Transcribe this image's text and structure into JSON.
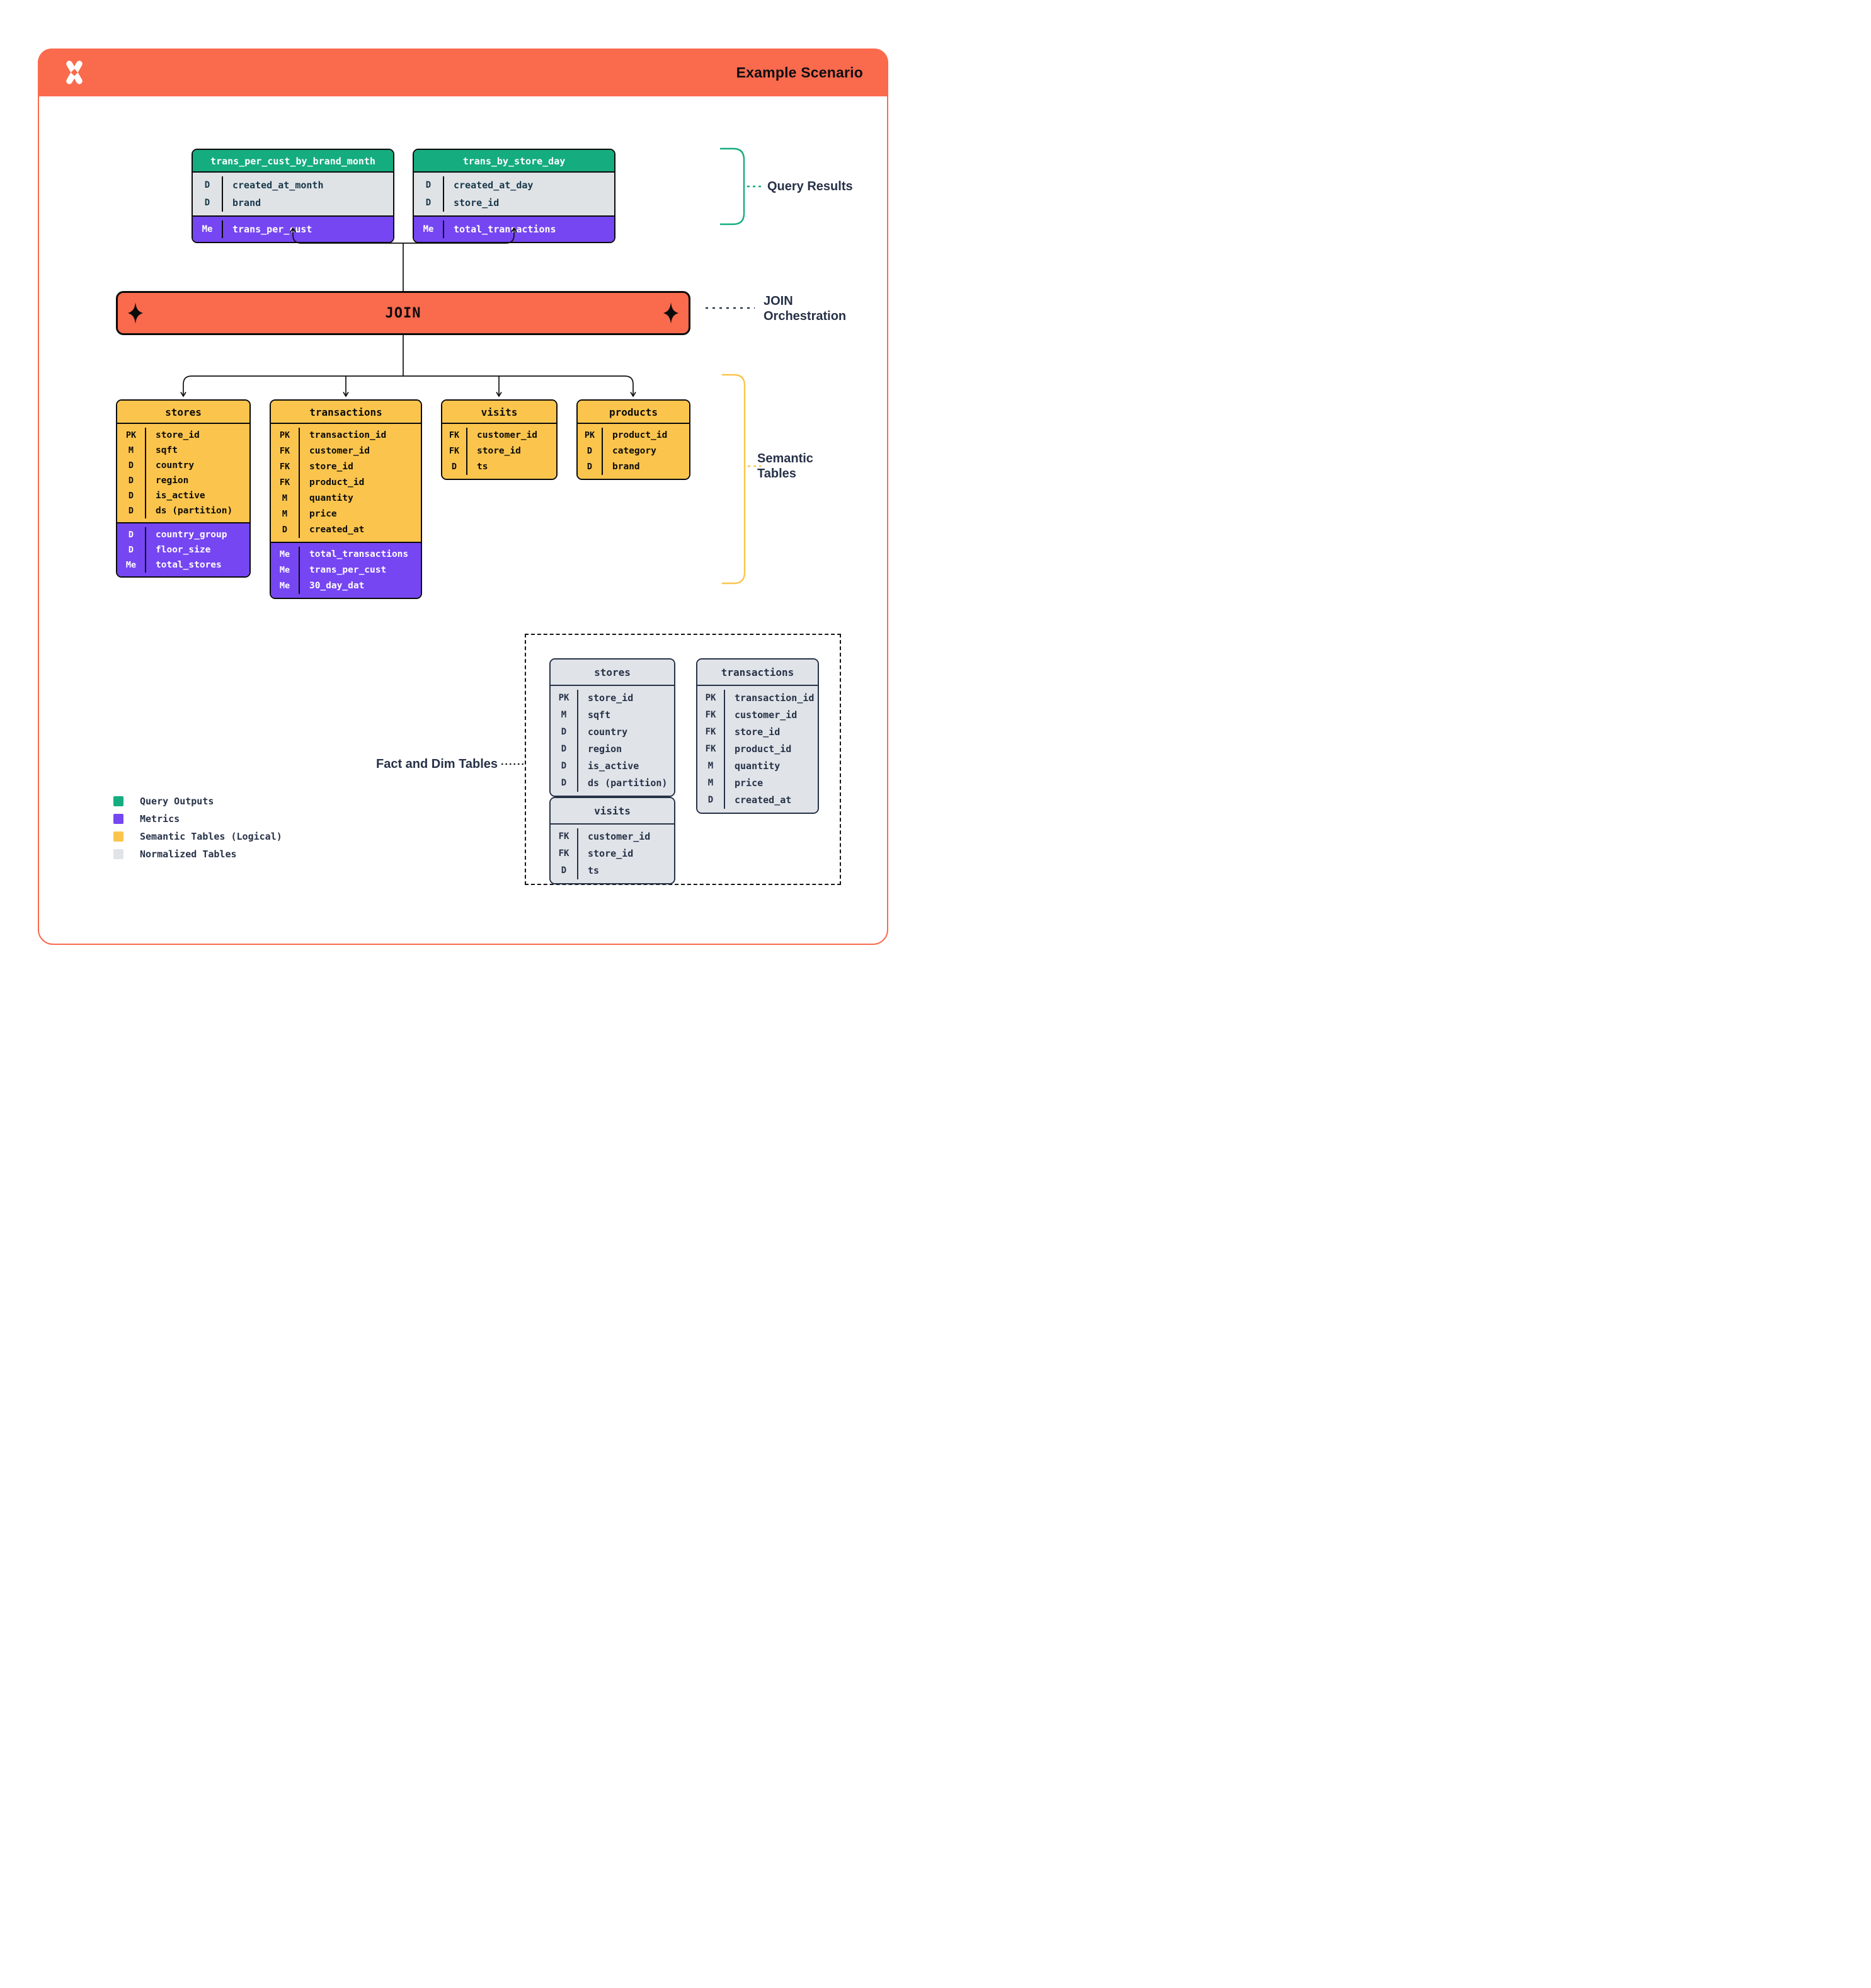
{
  "page": {
    "title": "Example Scenario"
  },
  "join": {
    "label": "JOIN"
  },
  "labels": {
    "query_results": "Query Results",
    "join_orch_line1": "JOIN",
    "join_orch_line2": "Orchestration",
    "semantic_line1": "Semantic",
    "semantic_line2": "Tables",
    "fact_dim": "Fact and Dim Tables"
  },
  "query_tables": [
    {
      "name": "trans_per_cust_by_brand_month",
      "rows": [
        {
          "k": "D",
          "v": "created_at_month"
        },
        {
          "k": "D",
          "v": "brand"
        }
      ],
      "metrics": [
        {
          "k": "Me",
          "v": "trans_per_cust"
        }
      ]
    },
    {
      "name": "trans_by_store_day",
      "rows": [
        {
          "k": "D",
          "v": "created_at_day"
        },
        {
          "k": "D",
          "v": "store_id"
        }
      ],
      "metrics": [
        {
          "k": "Me",
          "v": "total_transactions"
        }
      ]
    }
  ],
  "semantic_tables": [
    {
      "name": "stores",
      "rows": [
        {
          "k": "PK",
          "v": "store_id"
        },
        {
          "k": "M",
          "v": "sqft"
        },
        {
          "k": "D",
          "v": "country"
        },
        {
          "k": "D",
          "v": "region"
        },
        {
          "k": "D",
          "v": "is_active"
        },
        {
          "k": "D",
          "v": "ds (partition)"
        }
      ],
      "metrics": [
        {
          "k": "D",
          "v": "country_group"
        },
        {
          "k": "D",
          "v": "floor_size"
        },
        {
          "k": "Me",
          "v": "total_stores"
        }
      ]
    },
    {
      "name": "transactions",
      "rows": [
        {
          "k": "PK",
          "v": "transaction_id"
        },
        {
          "k": "FK",
          "v": "customer_id"
        },
        {
          "k": "FK",
          "v": "store_id"
        },
        {
          "k": "FK",
          "v": "product_id"
        },
        {
          "k": "M",
          "v": "quantity"
        },
        {
          "k": "M",
          "v": "price"
        },
        {
          "k": "D",
          "v": "created_at"
        }
      ],
      "metrics": [
        {
          "k": "Me",
          "v": "total_transactions"
        },
        {
          "k": "Me",
          "v": "trans_per_cust"
        },
        {
          "k": "Me",
          "v": "30_day_dat"
        }
      ]
    },
    {
      "name": "visits",
      "rows": [
        {
          "k": "FK",
          "v": "customer_id"
        },
        {
          "k": "FK",
          "v": "store_id"
        },
        {
          "k": "D",
          "v": "ts"
        }
      ],
      "metrics": []
    },
    {
      "name": "products",
      "rows": [
        {
          "k": "PK",
          "v": "product_id"
        },
        {
          "k": "D",
          "v": "category"
        },
        {
          "k": "D",
          "v": "brand"
        }
      ],
      "metrics": []
    }
  ],
  "normalized_tables": [
    {
      "name": "stores",
      "rows": [
        {
          "k": "PK",
          "v": "store_id"
        },
        {
          "k": "M",
          "v": "sqft"
        },
        {
          "k": "D",
          "v": "country"
        },
        {
          "k": "D",
          "v": "region"
        },
        {
          "k": "D",
          "v": "is_active"
        },
        {
          "k": "D",
          "v": "ds (partition)"
        }
      ]
    },
    {
      "name": "transactions",
      "rows": [
        {
          "k": "PK",
          "v": "transaction_id"
        },
        {
          "k": "FK",
          "v": "customer_id"
        },
        {
          "k": "FK",
          "v": "store_id"
        },
        {
          "k": "FK",
          "v": "product_id"
        },
        {
          "k": "M",
          "v": "quantity"
        },
        {
          "k": "M",
          "v": "price"
        },
        {
          "k": "D",
          "v": "created_at"
        }
      ]
    },
    {
      "name": "visits",
      "rows": [
        {
          "k": "FK",
          "v": "customer_id"
        },
        {
          "k": "FK",
          "v": "store_id"
        },
        {
          "k": "D",
          "v": "ts"
        }
      ]
    }
  ],
  "legend": {
    "items": [
      {
        "label": "Query Outputs",
        "color": "#15AC80"
      },
      {
        "label": "Metrics",
        "color": "#7646F2"
      },
      {
        "label": "Semantic Tables (Logical)",
        "color": "#FBC54D"
      },
      {
        "label": "Normalized Tables",
        "color": "#E0E4E9"
      }
    ]
  },
  "colors": {
    "brand_orange": "#FA6A4D",
    "query_output_green": "#15AC80",
    "metrics_purple": "#7646F2",
    "semantic_yellow": "#FBC54D",
    "normalized_gray": "#E0E4E9",
    "label_navy": "#273247"
  }
}
